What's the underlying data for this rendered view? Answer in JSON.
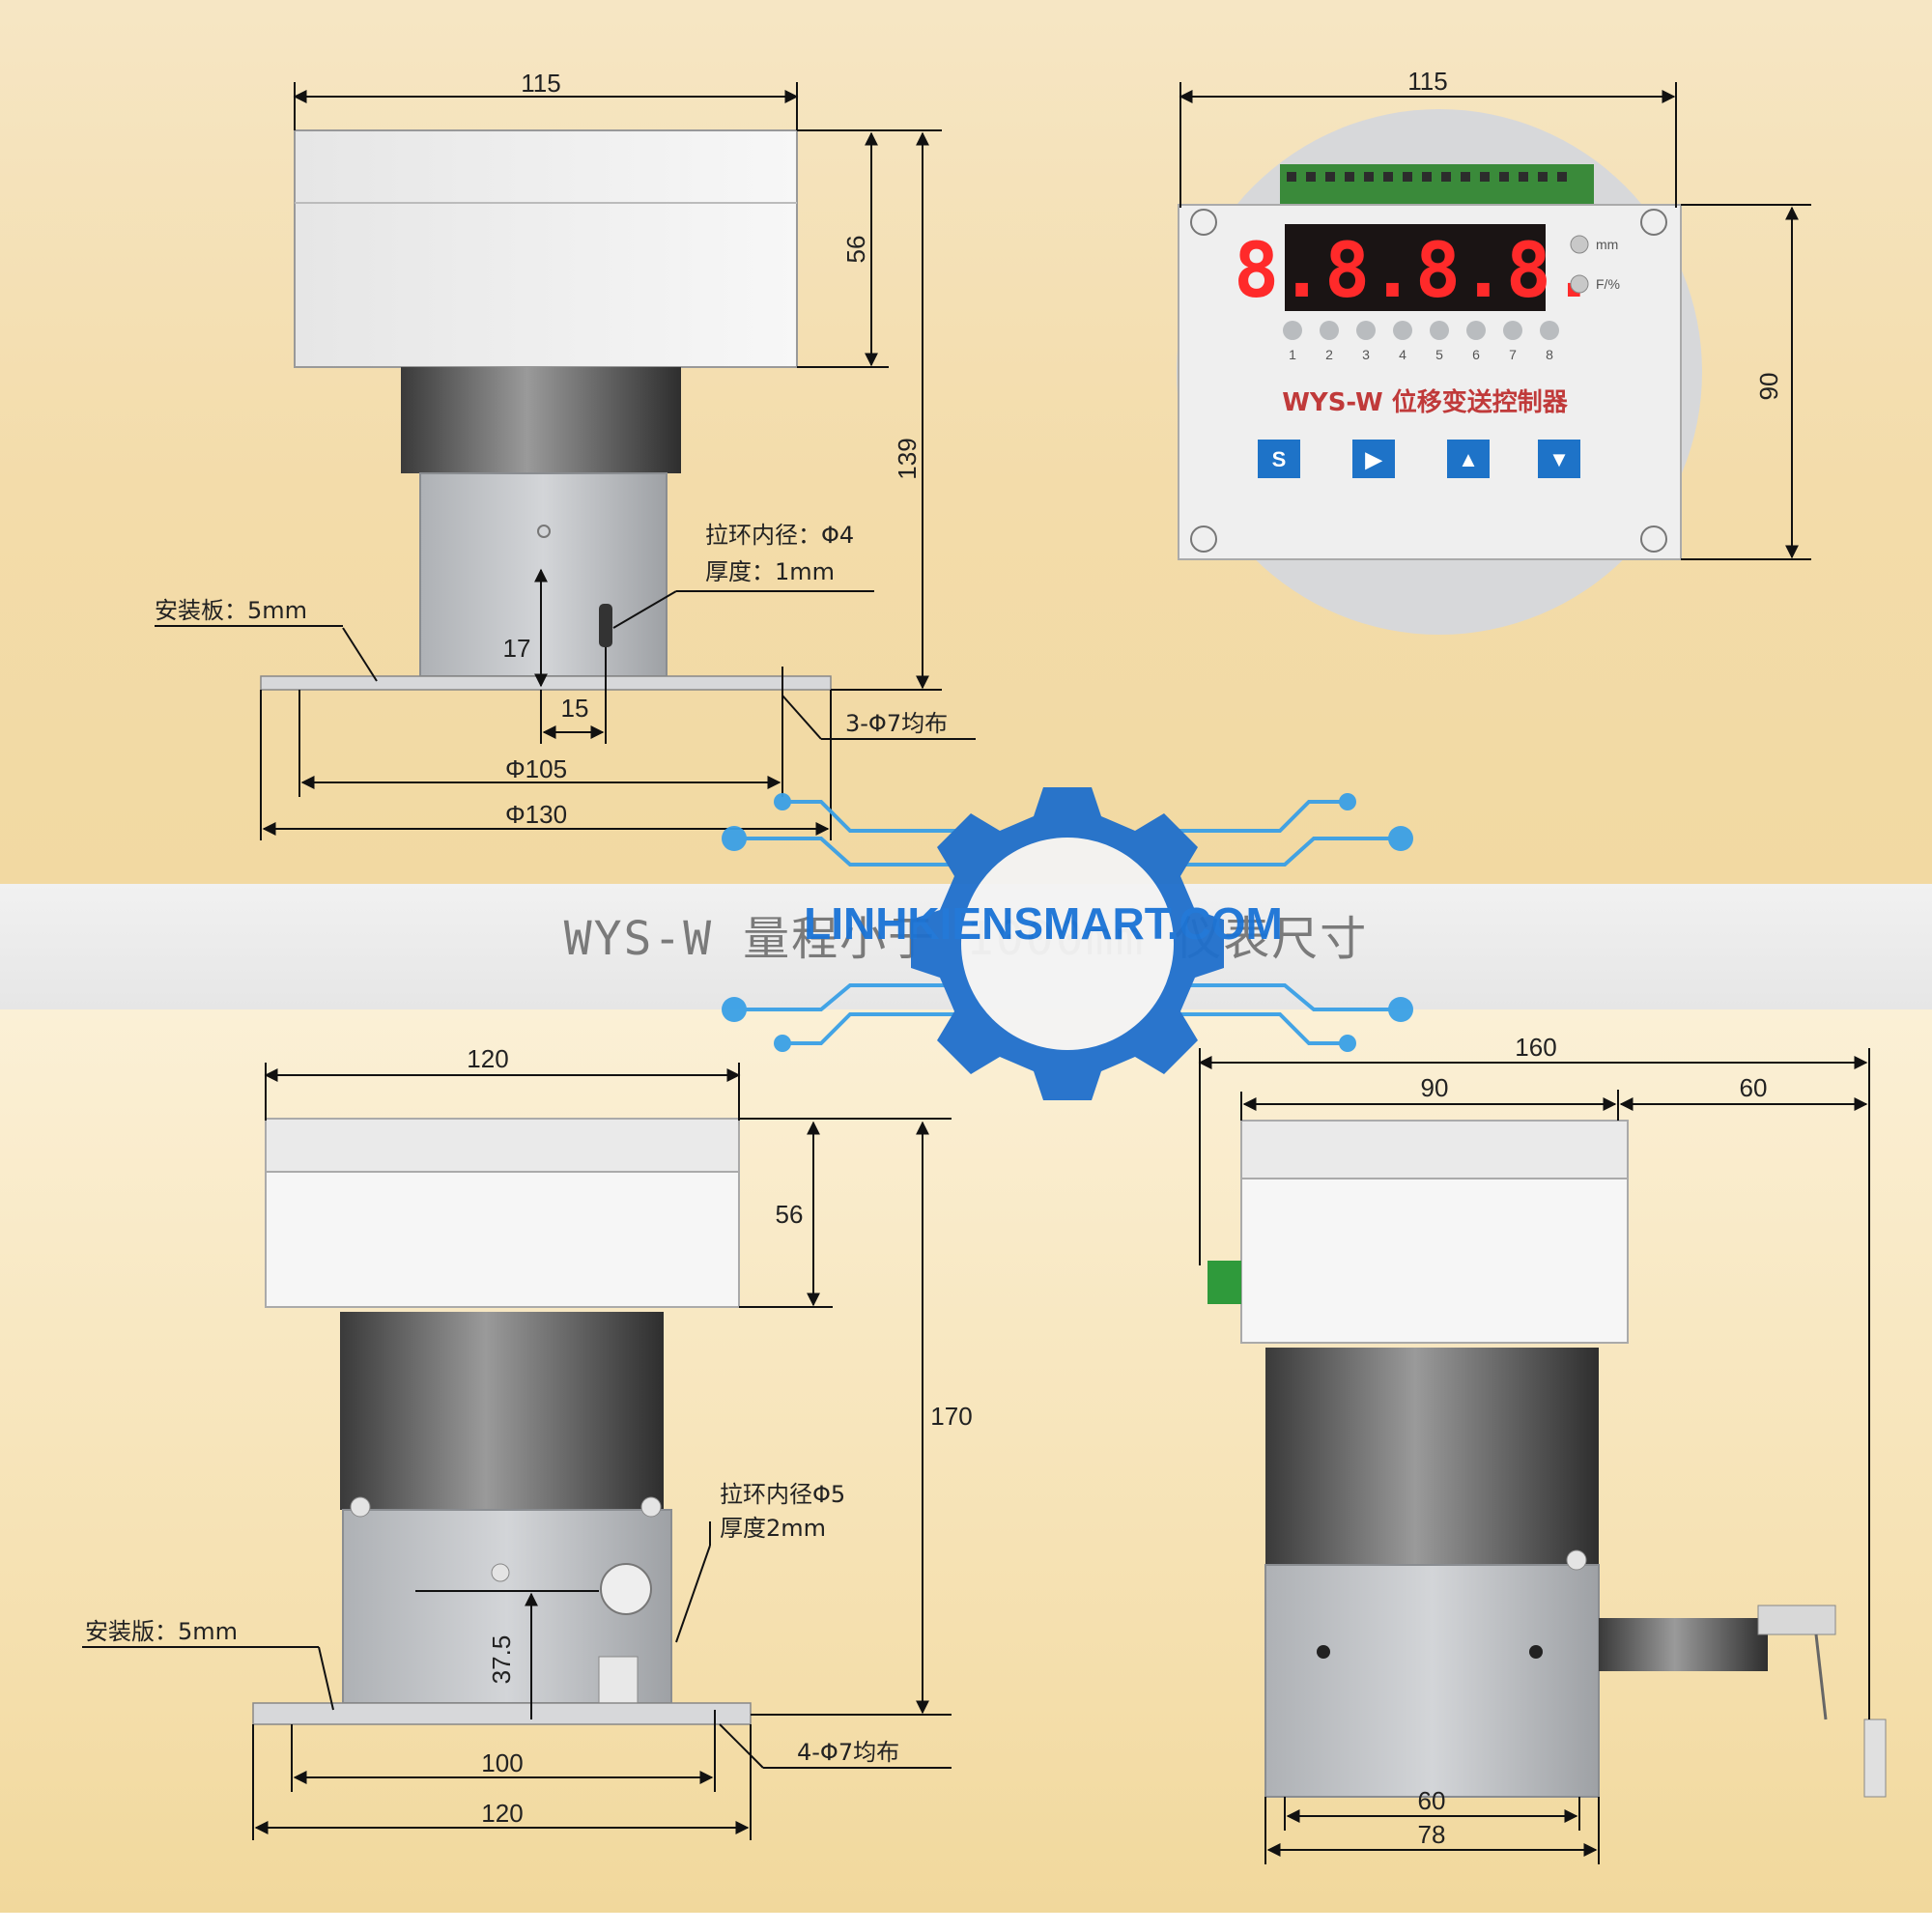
{
  "caption": "WYS-W 量程小于 1000mm 仪表尺寸",
  "watermark": "LINHKIENSMART.COM",
  "top_left": {
    "width": "115",
    "cover_height": "56",
    "total_height": "139",
    "offset_vertical": "17",
    "offset_horizontal": "15",
    "bolt_circle": "Φ105",
    "base_diameter": "Φ130",
    "holes": "3-Φ7均布",
    "ring_inner": "拉环内径：Φ4",
    "ring_thickness": "厚度：1mm",
    "mount_plate": "安装板：5mm"
  },
  "top_right": {
    "width": "115",
    "height": "90",
    "display_digits": "8.8.8.8.",
    "led_unit_1": "mm",
    "led_unit_2": "F/%",
    "channels": [
      "1",
      "2",
      "3",
      "4",
      "5",
      "6",
      "7",
      "8"
    ],
    "model_label": "WYS-W 位移变送控制器",
    "keys": [
      "S",
      "▶",
      "▲",
      "▼"
    ]
  },
  "bottom_left": {
    "width": "120",
    "cover_height": "56",
    "total_height": "170",
    "offset_vertical": "37.5",
    "bolt_spacing": "100",
    "base_width": "120",
    "holes": "4-Φ7均布",
    "ring_inner": "拉环内径Φ5",
    "ring_thickness": "厚度2mm",
    "mount_plate": "安装版：5mm"
  },
  "bottom_right": {
    "overall": "160",
    "body_width": "90",
    "arm_length": "60",
    "bolt_spacing": "60",
    "base_width": "78"
  },
  "colors": {
    "watermark": "#1a73d6",
    "segment": "#ff2a2a",
    "key_blue": "#1e73c8"
  }
}
